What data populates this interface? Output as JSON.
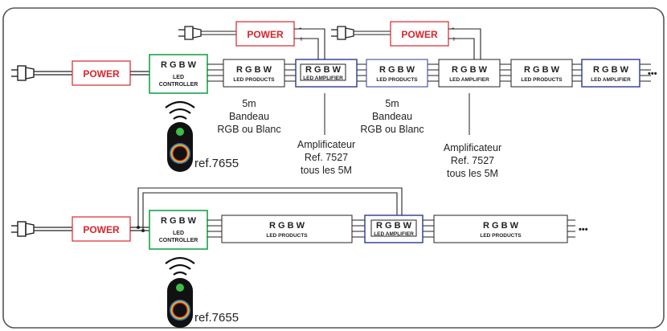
{
  "labels": {
    "power": "POWER",
    "rgbw": "R G B W",
    "led_controller_l1": "LED",
    "led_controller_l2": "CONTROLLER",
    "led_products": "LED PRODUCTS",
    "led_amplifier": "LED AMPLIFIER",
    "plus": "+",
    "minus": "-",
    "ellipsis": "•••"
  },
  "annotations": {
    "strip1": [
      "5m",
      "Bandeau",
      "RGB ou Blanc"
    ],
    "strip2": [
      "5m",
      "Bandeau",
      "RGB ou Blanc"
    ],
    "amp1": [
      "Amplificateur",
      "Ref. 7527",
      "tous les 5M"
    ],
    "amp2": [
      "Amplificateur",
      "Ref. 7527",
      "tous les 5M"
    ],
    "remote_ref_top": "ref.7655",
    "remote_ref_bottom": "ref.7655"
  },
  "colors": {
    "power": "#d9242b",
    "controller": "#18a34a",
    "amplifier": "#2a3a8c",
    "frame": "#555555"
  }
}
